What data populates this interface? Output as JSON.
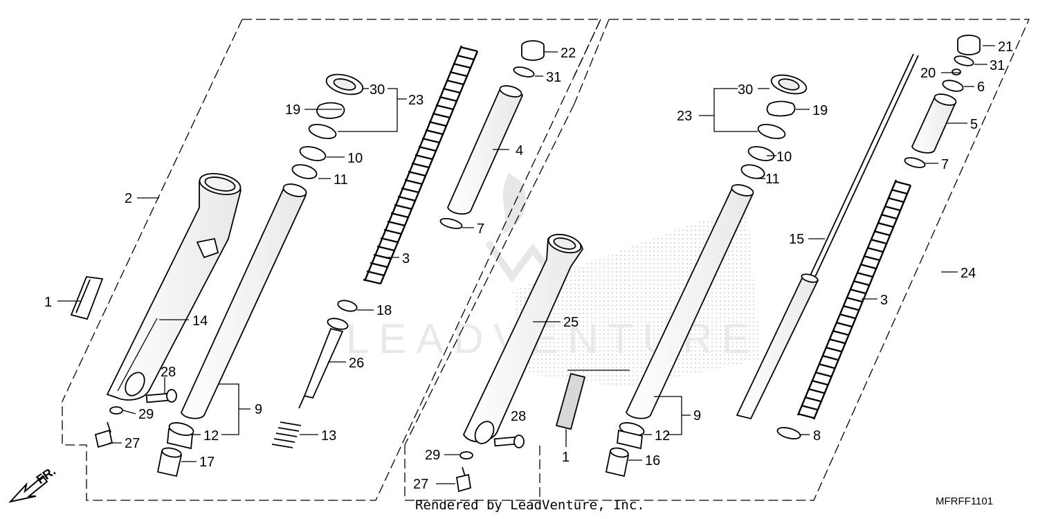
{
  "footer": {
    "render_credit": "Rendered by LeadVenture, Inc.",
    "diagram_code": "MFRFF1101"
  },
  "direction_arrow": {
    "label": "FR."
  },
  "callouts": {
    "c1a": "1",
    "c2": "2",
    "c14": "14",
    "c28a": "28",
    "c29a": "29",
    "c27a": "27",
    "c9a": "9",
    "c12a": "12",
    "c17": "17",
    "c11a": "11",
    "c10a": "10",
    "c19a": "19",
    "c30a": "30",
    "c23a": "23",
    "c3a": "3",
    "c18": "18",
    "c26": "26",
    "c13": "13",
    "c22": "22",
    "c31a": "31",
    "c4": "4",
    "c7a": "7",
    "c25": "25",
    "c28b": "28",
    "c29b": "29",
    "c27b": "27",
    "c1b": "1",
    "c30b": "30",
    "c23b": "23",
    "c19b": "19",
    "c10b": "10",
    "c11b": "11",
    "c9b": "9",
    "c12b": "12",
    "c16": "16",
    "c15": "15",
    "c3b": "3",
    "c8": "8",
    "c24": "24",
    "c21": "21",
    "c31b": "31",
    "c20": "20",
    "c6": "6",
    "c5": "5",
    "c7b": "7"
  },
  "watermark": {
    "color": "#bdbdbd"
  },
  "colors": {
    "line": "#000000",
    "background": "#ffffff"
  }
}
